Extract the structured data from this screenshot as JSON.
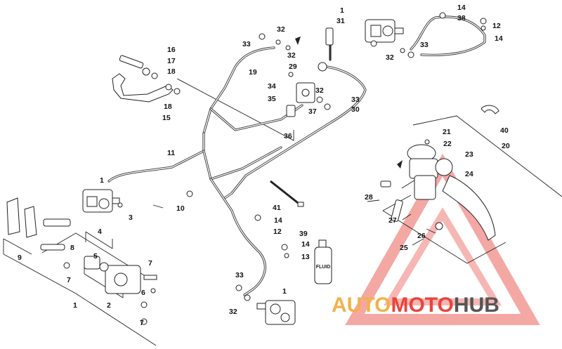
{
  "callouts": [
    "1",
    "2",
    "3",
    "4",
    "5",
    "6",
    "7",
    "8",
    "9",
    "10",
    "11",
    "12",
    "13",
    "14",
    "15",
    "16",
    "17",
    "18",
    "19",
    "20",
    "21",
    "22",
    "23",
    "24",
    "25",
    "26",
    "27",
    "28",
    "29",
    "30",
    "31",
    "32",
    "33",
    "34",
    "35",
    "36",
    "37",
    "38",
    "39",
    "40",
    "41"
  ],
  "bottle_label": "FLUID",
  "watermark": {
    "word1": "AUTO",
    "word2": "MOTO",
    "word3": "HUB",
    "color_auto": "#f0b24a",
    "color_moto": "#e8453c",
    "color_hub": "#555555",
    "triangle_color": "#e8453c"
  }
}
